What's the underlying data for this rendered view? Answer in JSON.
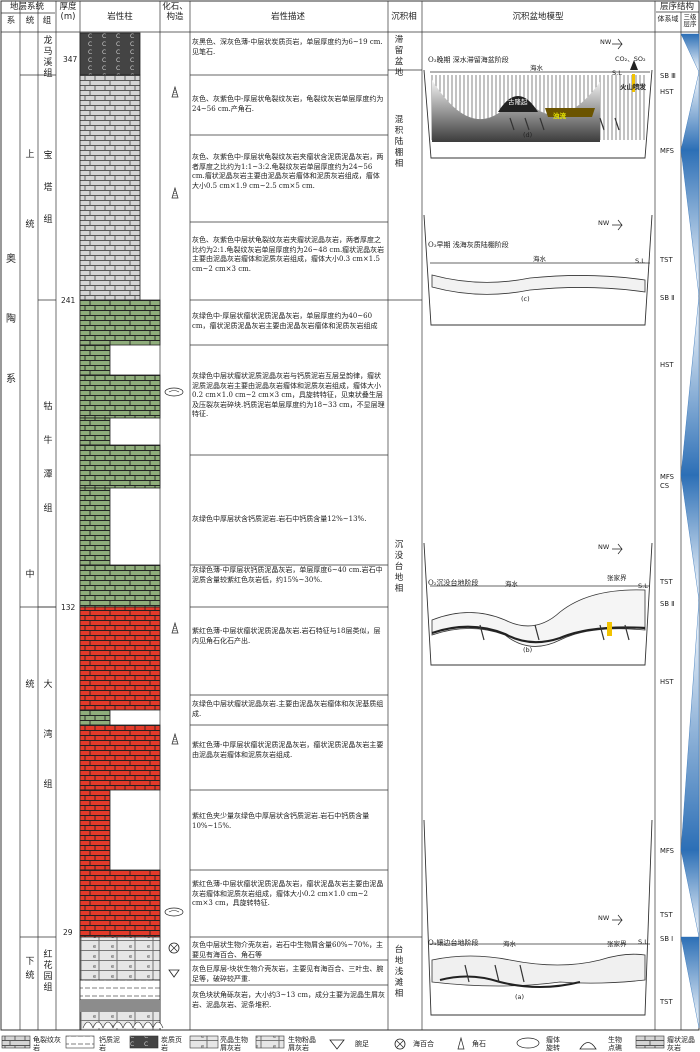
{
  "header": {
    "strat_system": "地层系统",
    "system": "系",
    "series": "统",
    "group": "组",
    "thickness": "厚度 (m)",
    "lithology_column": "岩性柱",
    "fossil_structure": "化石、构造",
    "lithology_description": "岩性描述",
    "facies": "沉积相",
    "model": "沉积盆地模型",
    "sequence_structure": "层序结构",
    "system_tract": "体系域",
    "third_order": "三级层序"
  },
  "strat": {
    "system": "奥陶系",
    "upper": "上统",
    "middle": "中统",
    "lower": "下统",
    "longmaxi": "龙马溪组",
    "baota": "宝塔组",
    "guniutan": "牯牛潭组",
    "dawan": "大湾组",
    "honghuayuan": "红花园组"
  },
  "thickness_marks": [
    "347",
    "241",
    "132",
    "29"
  ],
  "descriptions": [
    "灰黑色、深灰色薄-中层状炭质页岩，单层厚度约为6~19 cm.见笔石.",
    "灰色、灰紫色中-厚层状龟裂纹灰岩，龟裂纹灰岩单层厚度约为24~56 cm.产角石.",
    "灰色、灰紫色中-厚层状龟裂纹灰岩夹瘤状含泥质泥晶灰岩，两者厚度之比约为1:1~3:2.龟裂纹灰岩单层厚度约为24~56 cm.瘤状泥晶灰岩主要由泥晶灰岩瘤体和泥质灰岩组成，瘤体大小0.5 cm×1.9 cm~2.5 cm×5 cm.",
    "灰色、灰紫色中层状龟裂纹灰岩夹瘤状泥晶灰岩，两者厚度之比约为2:1.龟裂纹灰岩单层厚度约为26~48 cm.瘤状泥晶灰岩主要由泥晶灰岩瘤体和泥质灰岩组成，瘤体大小0.3 cm×1.5 cm~2 cm×3 cm.",
    "灰绿色中-厚层状瘤状泥质泥晶灰岩，单层厚度约为40~60 cm，瘤状泥质泥晶灰岩主要由泥晶灰岩瘤体和泥质灰岩组成",
    "灰绿色中层状瘤状泥质泥晶灰岩与钙质泥岩互层呈韵律，瘤状泥质泥晶灰岩主要由泥晶灰岩瘤体和泥质灰岩组成，瘤体大小0.2 cm×1.0 cm~2 cm×3 cm，具旋转特征，见束状叠生层及压裂灰岩碎块.钙质泥岩单层厚度约为18~33 cm，不显层理特征.",
    "灰绿色中厚层状含钙质泥岩.岩石中钙质含量12%~13%.",
    "灰绿色薄-中厚层状钙质泥晶灰岩，单层厚度6~40 cm.岩石中泥质含量较紫红色灰岩低，约15%~30%.",
    "紫红色薄-中层状瘤状泥质泥晶灰岩.岩石特征与18层类似，层内见角石化石产出.",
    "灰绿色中层状瘤状泥晶灰岩.主要由泥晶灰岩瘤体和灰泥基质组成.",
    "紫红色薄-中厚层状瘤状泥质泥晶灰岩，瘤状泥质泥晶灰岩主要由泥晶灰岩瘤体和泥质灰岩组成.",
    "紫红色夹少量灰绿色中厚层状含钙质泥岩.岩石中钙质含量10%~15%.",
    "紫红色薄-中层状瘤状泥质泥晶灰岩，瘤状泥晶灰岩主要由泥晶灰岩瘤体和泥质灰岩组成，瘤体大小0.2 cm×1.0 cm~2 cm×3 cm，具旋转特征.",
    "灰色中层状生物介壳灰岩，岩石中生物屑含量60%~70%，主要见有海百合、角石等",
    "灰色巨厚层-块状生物介壳灰岩，主要见有海百合、三叶虫、腕足等，破碎较严重.",
    "灰色块状角砾灰岩，大小约3~13 cm，成分主要为泥晶生屑灰岩、泥晶灰岩、泥条堆积."
  ],
  "facies": {
    "f1": "滞留盆地",
    "f2": "混积陆棚相",
    "f3": "沉没台地相",
    "f4": "台地浅滩相"
  },
  "models": {
    "d": {
      "stage": "O₃晚期 深水滞留海盆阶段",
      "sea": "海水",
      "label": "(d)",
      "uplift": "古隆起",
      "turbidite": "浊流",
      "volcano": "火山喷发",
      "gas": "CO₂、SO₂",
      "sl": "S.L",
      "nw": "NW"
    },
    "c": {
      "stage": "O₃早期 浅海灰质陆棚阶段",
      "sea": "海水",
      "label": "(c)",
      "sl": "S.L",
      "nw": "NW"
    },
    "b": {
      "stage": "O₂沉没台地阶段",
      "sea": "海水",
      "label": "(b)",
      "place": "张家界",
      "sl": "S.L",
      "nw": "NW"
    },
    "a": {
      "stage": "O₁镶边台地阶段",
      "sea": "海水",
      "label": "(a)",
      "place": "张家界",
      "sl": "S.L",
      "nw": "NW"
    }
  },
  "sequence": {
    "labels": [
      "SB Ⅲ",
      "HST",
      "MFS",
      "TST",
      "SB Ⅱ",
      "HST",
      "MFS CS",
      "TST",
      "SB Ⅱ",
      "HST",
      "MFS",
      "TST",
      "SB Ⅰ",
      "TST"
    ]
  },
  "legend": [
    {
      "name": "龟裂纹灰岩",
      "icon": "mudcrack-limestone"
    },
    {
      "name": "钙质泥岩",
      "icon": "calcareous-mudstone"
    },
    {
      "name": "炭质页岩",
      "icon": "carbonaceous-shale"
    },
    {
      "name": "亮晶生物屑灰岩",
      "icon": "sparite-bioclastic"
    },
    {
      "name": "生物粉晶屑灰岩",
      "icon": "micrite-bioclastic"
    },
    {
      "name": "腕足",
      "icon": "brachiopod"
    },
    {
      "name": "海百合",
      "icon": "crinoid"
    },
    {
      "name": "角石",
      "icon": "nautiloid"
    },
    {
      "name": "瘤体旋转",
      "icon": "nodule-rotation"
    },
    {
      "name": "生物点礁",
      "icon": "patch-reef"
    },
    {
      "name": "瘤状泥晶灰岩",
      "icon": "nodular-limestone"
    }
  ],
  "colors": {
    "gray": "#d4d4d4",
    "green": "#8fad7b",
    "red": "#e23a2a",
    "dark": "#444444",
    "blue": "#2c6fb6"
  }
}
